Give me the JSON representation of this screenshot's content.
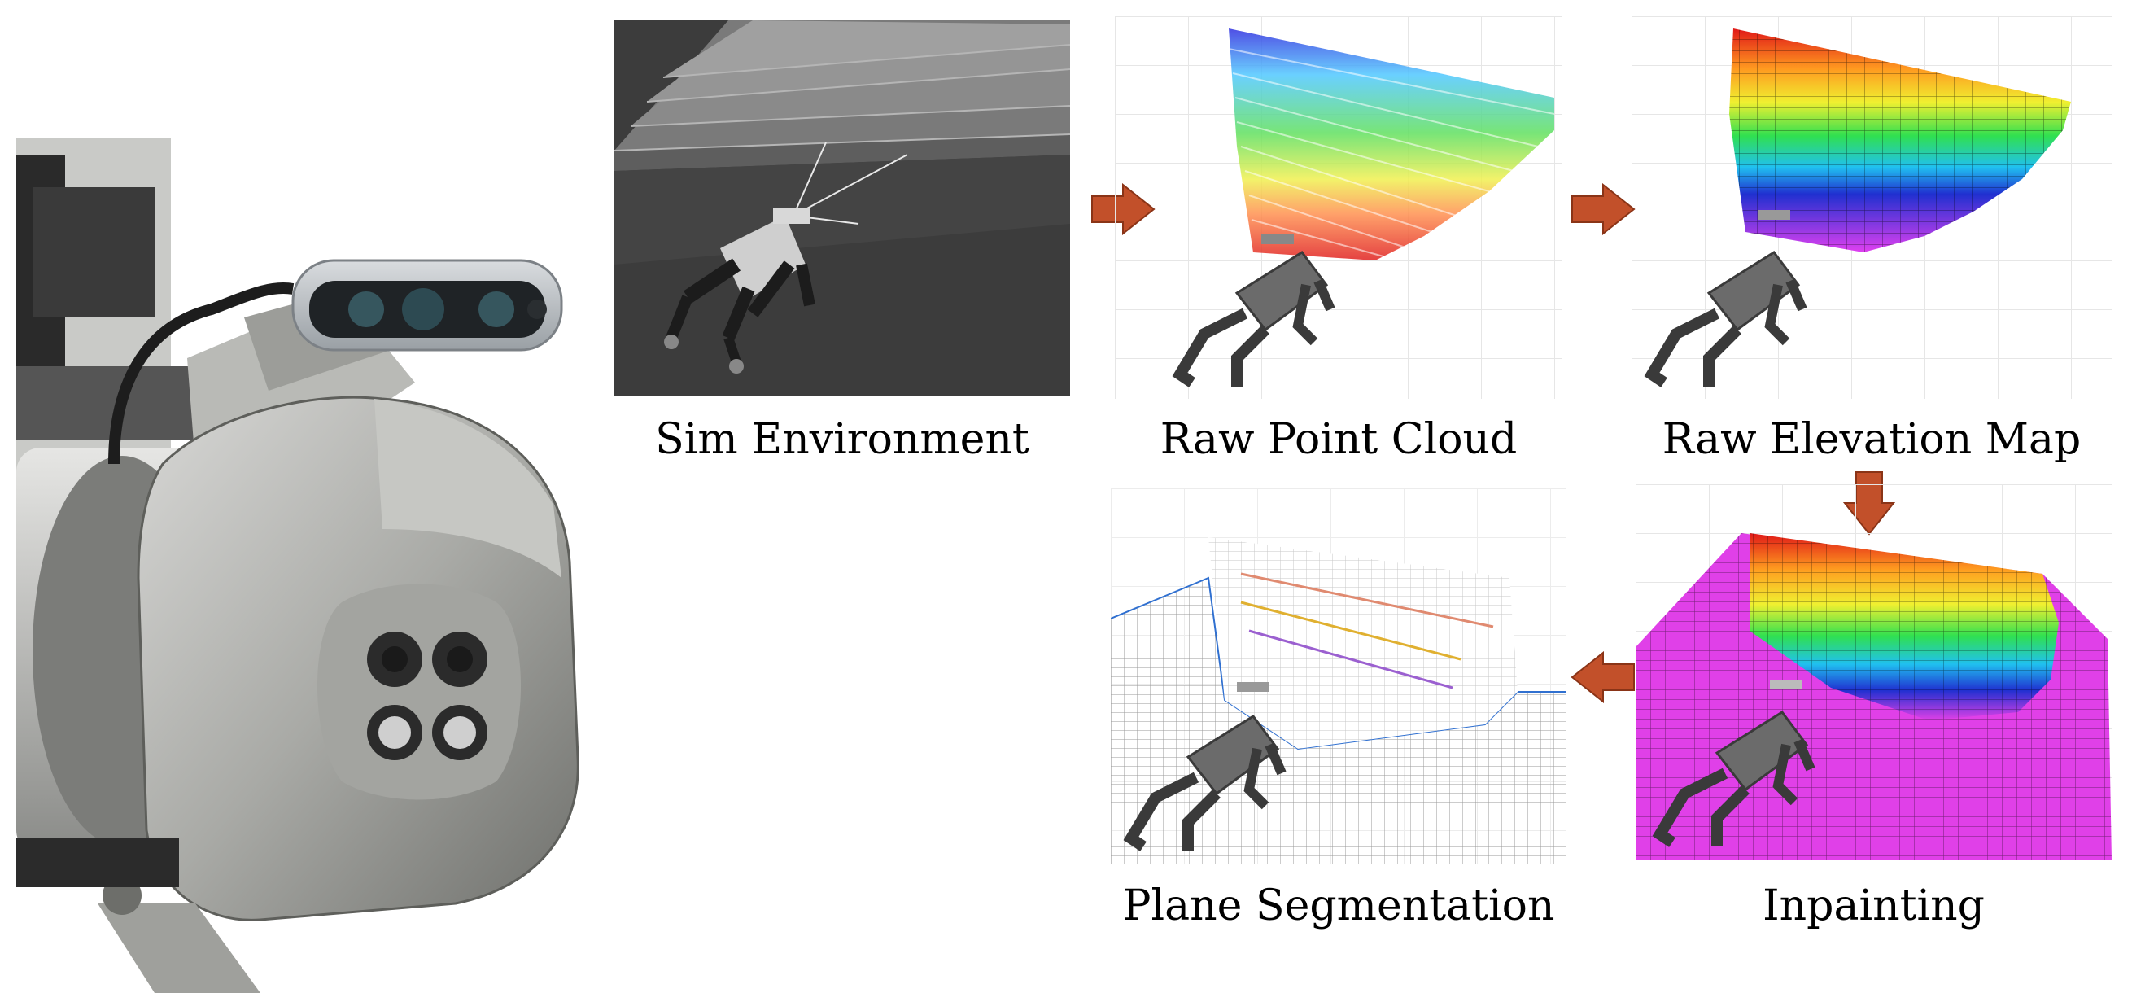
{
  "captions": {
    "sim_environment": "Sim Environment",
    "raw_point_cloud": "Raw Point Cloud",
    "raw_elevation_map": "Raw Elevation Map",
    "inpainting": "Inpainting",
    "plane_segmentation": "Plane Segmentation"
  },
  "colors": {
    "arrow": "#c2502a",
    "sim_background": "#3c3c3c",
    "inpaint_ground": "#e040e8"
  }
}
